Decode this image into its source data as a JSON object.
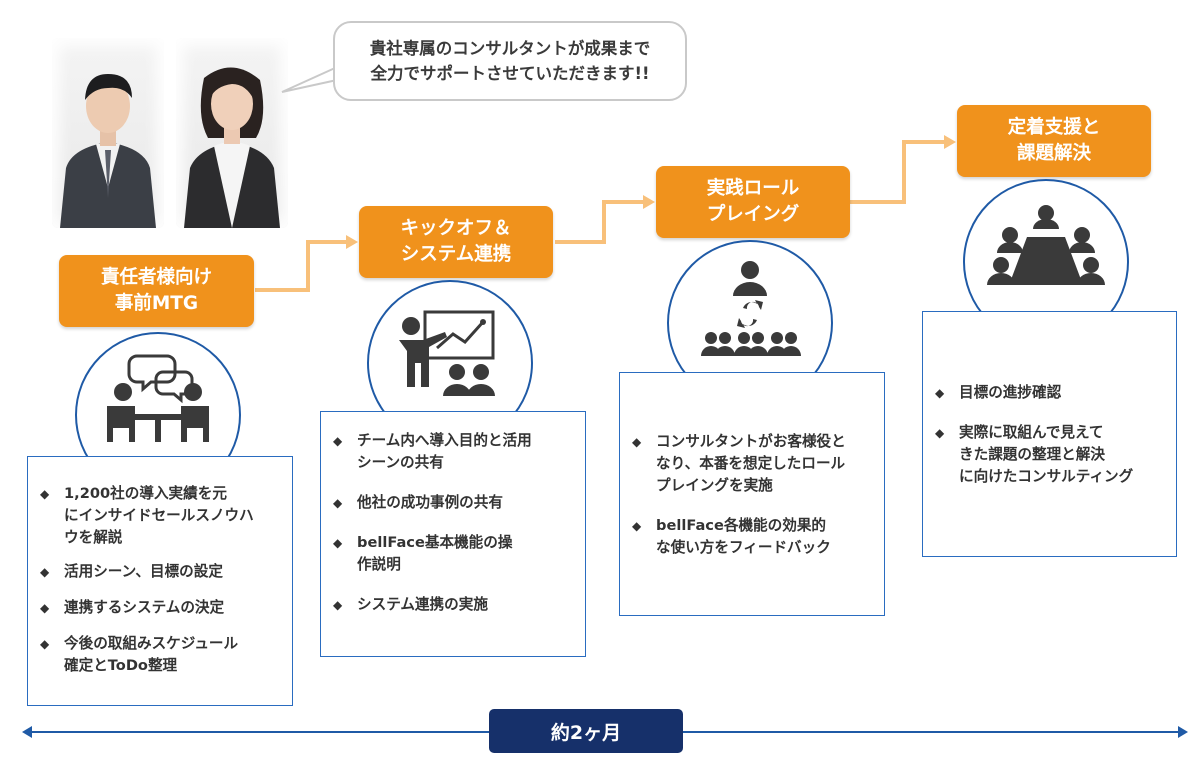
{
  "speech_bubble": {
    "text": "貴社専属のコンサルタントが成果まで\n全力でサポートさせていただきます!!"
  },
  "steps": [
    {
      "label": "責任者様向け\n事前MTG",
      "icon": "meeting-icon",
      "bullets": [
        "1,200社の導入実績を元\nにインサイドセールスノウハ\nウを解説",
        "活用シーン、目標の設定",
        "連携するシステムの決定",
        "今後の取組みスケジュール\n確定とToDo整理"
      ]
    },
    {
      "label": "キックオフ＆\nシステム連携",
      "icon": "presentation-icon",
      "bullets": [
        "チーム内へ導入目的と活用\nシーンの共有",
        "他社の成功事例の共有",
        "bellFace基本機能の操\n作説明",
        "システム連携の実施"
      ]
    },
    {
      "label": "実践ロール\nプレイング",
      "icon": "role-playing-icon",
      "bullets": [
        "コンサルタントがお客様役と\nなり、本番を想定したロール\nプレイングを実施",
        "bellFace各機能の効果的\nな使い方をフィードバック"
      ]
    },
    {
      "label": "定着支援と\n課題解決",
      "icon": "conference-table-icon",
      "bullets": [
        "目標の進捗確認",
        "実際に取組んで見えて\nきた課題の整理と解決\nに向けたコンサルティング"
      ]
    }
  ],
  "timeline": {
    "duration_label": "約2ヶ月"
  },
  "colors": {
    "orange": "#f0921c",
    "connector": "#f8c07a",
    "blue": "#1f5aa6",
    "navy": "#16306a",
    "icon": "#3a3a3a"
  }
}
